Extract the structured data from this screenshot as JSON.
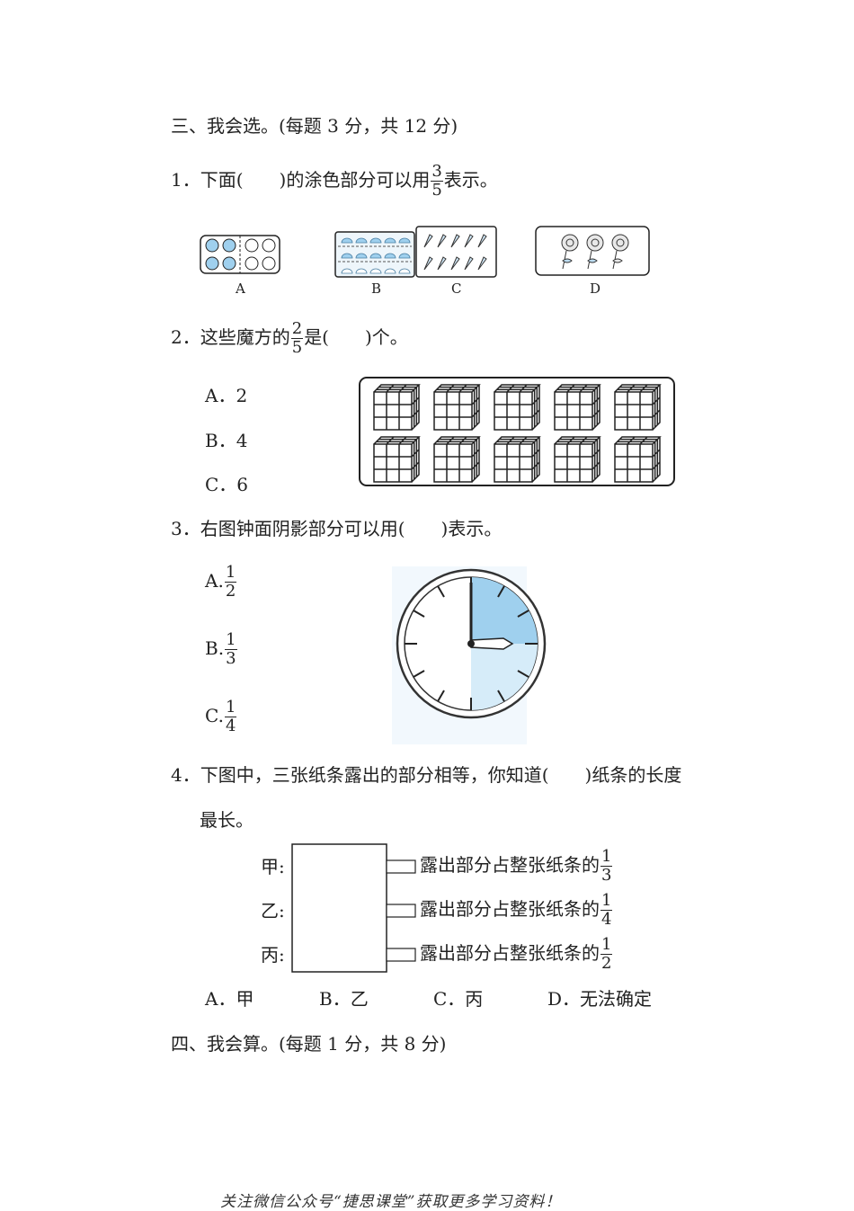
{
  "section3": {
    "heading": "三、我会选。(每题 3 分，共 12 分)",
    "q1": {
      "prefix": "1．下面(　　)的涂色部分可以用",
      "frac_num": "3",
      "frac_den": "5",
      "suffix": "表示。",
      "labels": [
        "A",
        "B",
        "C",
        "D"
      ]
    },
    "q2": {
      "prefix": "2．这些魔方的",
      "frac_num": "2",
      "frac_den": "5",
      "suffix": "是(　　)个。",
      "options": [
        "A．2",
        "B．4",
        "C．6"
      ]
    },
    "q3": {
      "text": "3．右图钟面阴影部分可以用(　　)表示。",
      "options": [
        {
          "prefix": "A.",
          "num": "1",
          "den": "2"
        },
        {
          "prefix": "B.",
          "num": "1",
          "den": "3"
        },
        {
          "prefix": "C.",
          "num": "1",
          "den": "4"
        }
      ]
    },
    "q4": {
      "line1": "4．下图中，三张纸条露出的部分相等，你知道(　　)纸条的长度",
      "line2": "最长。",
      "strips": [
        {
          "name": "甲:",
          "text": "露出部分占整张纸条的",
          "num": "1",
          "den": "3"
        },
        {
          "name": "乙:",
          "text": "露出部分占整张纸条的",
          "num": "1",
          "den": "4"
        },
        {
          "name": "丙:",
          "text": "露出部分占整张纸条的",
          "num": "1",
          "den": "2"
        }
      ],
      "options": [
        "A．甲",
        "B．乙",
        "C．丙",
        "D．无法确定"
      ]
    }
  },
  "section4": {
    "heading": "四、我会算。(每题 1 分，共 8 分)"
  },
  "footer": "关注微信公众号“捷思课堂”获取更多学习资料！",
  "colors": {
    "shade": "#9fd0ee",
    "shade_light": "#d6ecf9",
    "ink": "#222222"
  }
}
